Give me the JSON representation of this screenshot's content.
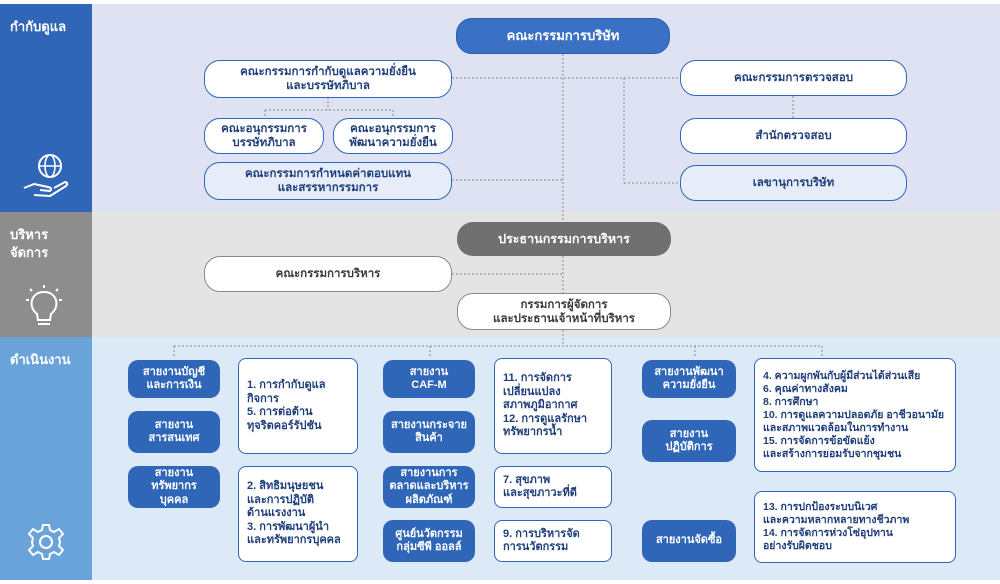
{
  "sections": {
    "governance": "กำกับดูแล",
    "management": "บริหาร\nจัดการ",
    "operations": "ดำเนินงาน"
  },
  "governance": {
    "board": "คณะกรรมการบริษัท",
    "sustainability_committee": "คณะกรรมการกำกับดูแลความยั่งยืน\nและบรรษัทภิบาล",
    "subcommittee_gov": "คณะอนุกรรมการ\nบรรษัทภิบาล",
    "subcommittee_sustain": "คณะอนุกรรมการ\nพัฒนาความยั่งยืน",
    "nomination_committee": "คณะกรรมการกำหนดค่าตอบแทน\nและสรรหากรรมการ",
    "audit_committee": "คณะกรรมการตรวจสอบ",
    "internal_audit": "สำนักตรวจสอบ",
    "secretary": "เลขานุการบริษัท"
  },
  "management": {
    "ceo": "ประธานกรรมการบริหาร",
    "executive_committee": "คณะกรรมการบริหาร",
    "md": "กรรมการผู้จัดการ\nและประธานเจ้าหน้าที่บริหาร"
  },
  "operations": {
    "col1": {
      "finance": "สายงานบัญชี\nและการเงิน",
      "it": "สายงาน\nสารสนเทศ",
      "hr": "สายงาน\nทรัพยากร\nบุคคล",
      "topics_a": "1. การกำกับดูแล\n    กิจการ\n5. การต่อต้าน\n    ทุจริตคอร์รัปชัน",
      "topics_b": "2. สิทธิมนุษยชน\n    และการปฏิบัติ\n    ด้านแรงงาน\n3. การพัฒนาผู้นำ\n    และทรัพยากรบุคคล"
    },
    "col2": {
      "caf": "สายงาน\nCAF-M",
      "distribution": "สายงานกระจาย\nสินค้า",
      "marketing": "สายงานการ\nตลาดและบริหาร\nผลิตภัณฑ์",
      "innovation": "ศูนย์นวัตกรรม\nกลุ่มซีพี ออลล์",
      "topics_a": "11.  การจัดการ\n      เปลี่ยนแปลง\n      สภาพภูมิอากาศ\n12. การดูแลรักษา\n      ทรัพยากรน้ำ",
      "topics_b": "7. สุขภาพ\n    และสุขภาวะที่ดี",
      "topics_c": "9. การบริหารจัด\n    การนวัตกรรม"
    },
    "col3": {
      "sustain_dev": "สายงานพัฒนา\nความยั่งยืน",
      "operations": "สายงาน\nปฏิบัติการ",
      "procurement": "สายงานจัดซื้อ",
      "topics_a": "4.  ความผูกพันกับผู้มีส่วนได้ส่วนเสีย\n6.  คุณค่าทางสังคม\n8.  การศึกษา\n10. การดูแลความปลอดภัย อาชีวอนามัย\n      และสภาพแวดล้อมในการทำงาน\n15. การจัดการข้อขัดแย้ง\n      และสร้างการยอมรับจากชุมชน",
      "topics_b": "13. การปกป้องระบบนิเวศ\n      และความหลากหลายทางชีวภาพ\n14. การจัดการห่วงโซ่อุปทาน\n      อย่างรับผิดชอบ"
    }
  },
  "colors": {
    "gov_side": "#2f66b8",
    "gov_bg": "#dfe2f2",
    "mgmt_side": "#8d8d8d",
    "mgmt_bg": "#e4e4e4",
    "ops_side": "#6aa3da",
    "ops_bg": "#dce9f7"
  },
  "icons": {
    "governance": "globe-hand-icon",
    "management": "lightbulb-icon",
    "operations": "gear-icon"
  }
}
